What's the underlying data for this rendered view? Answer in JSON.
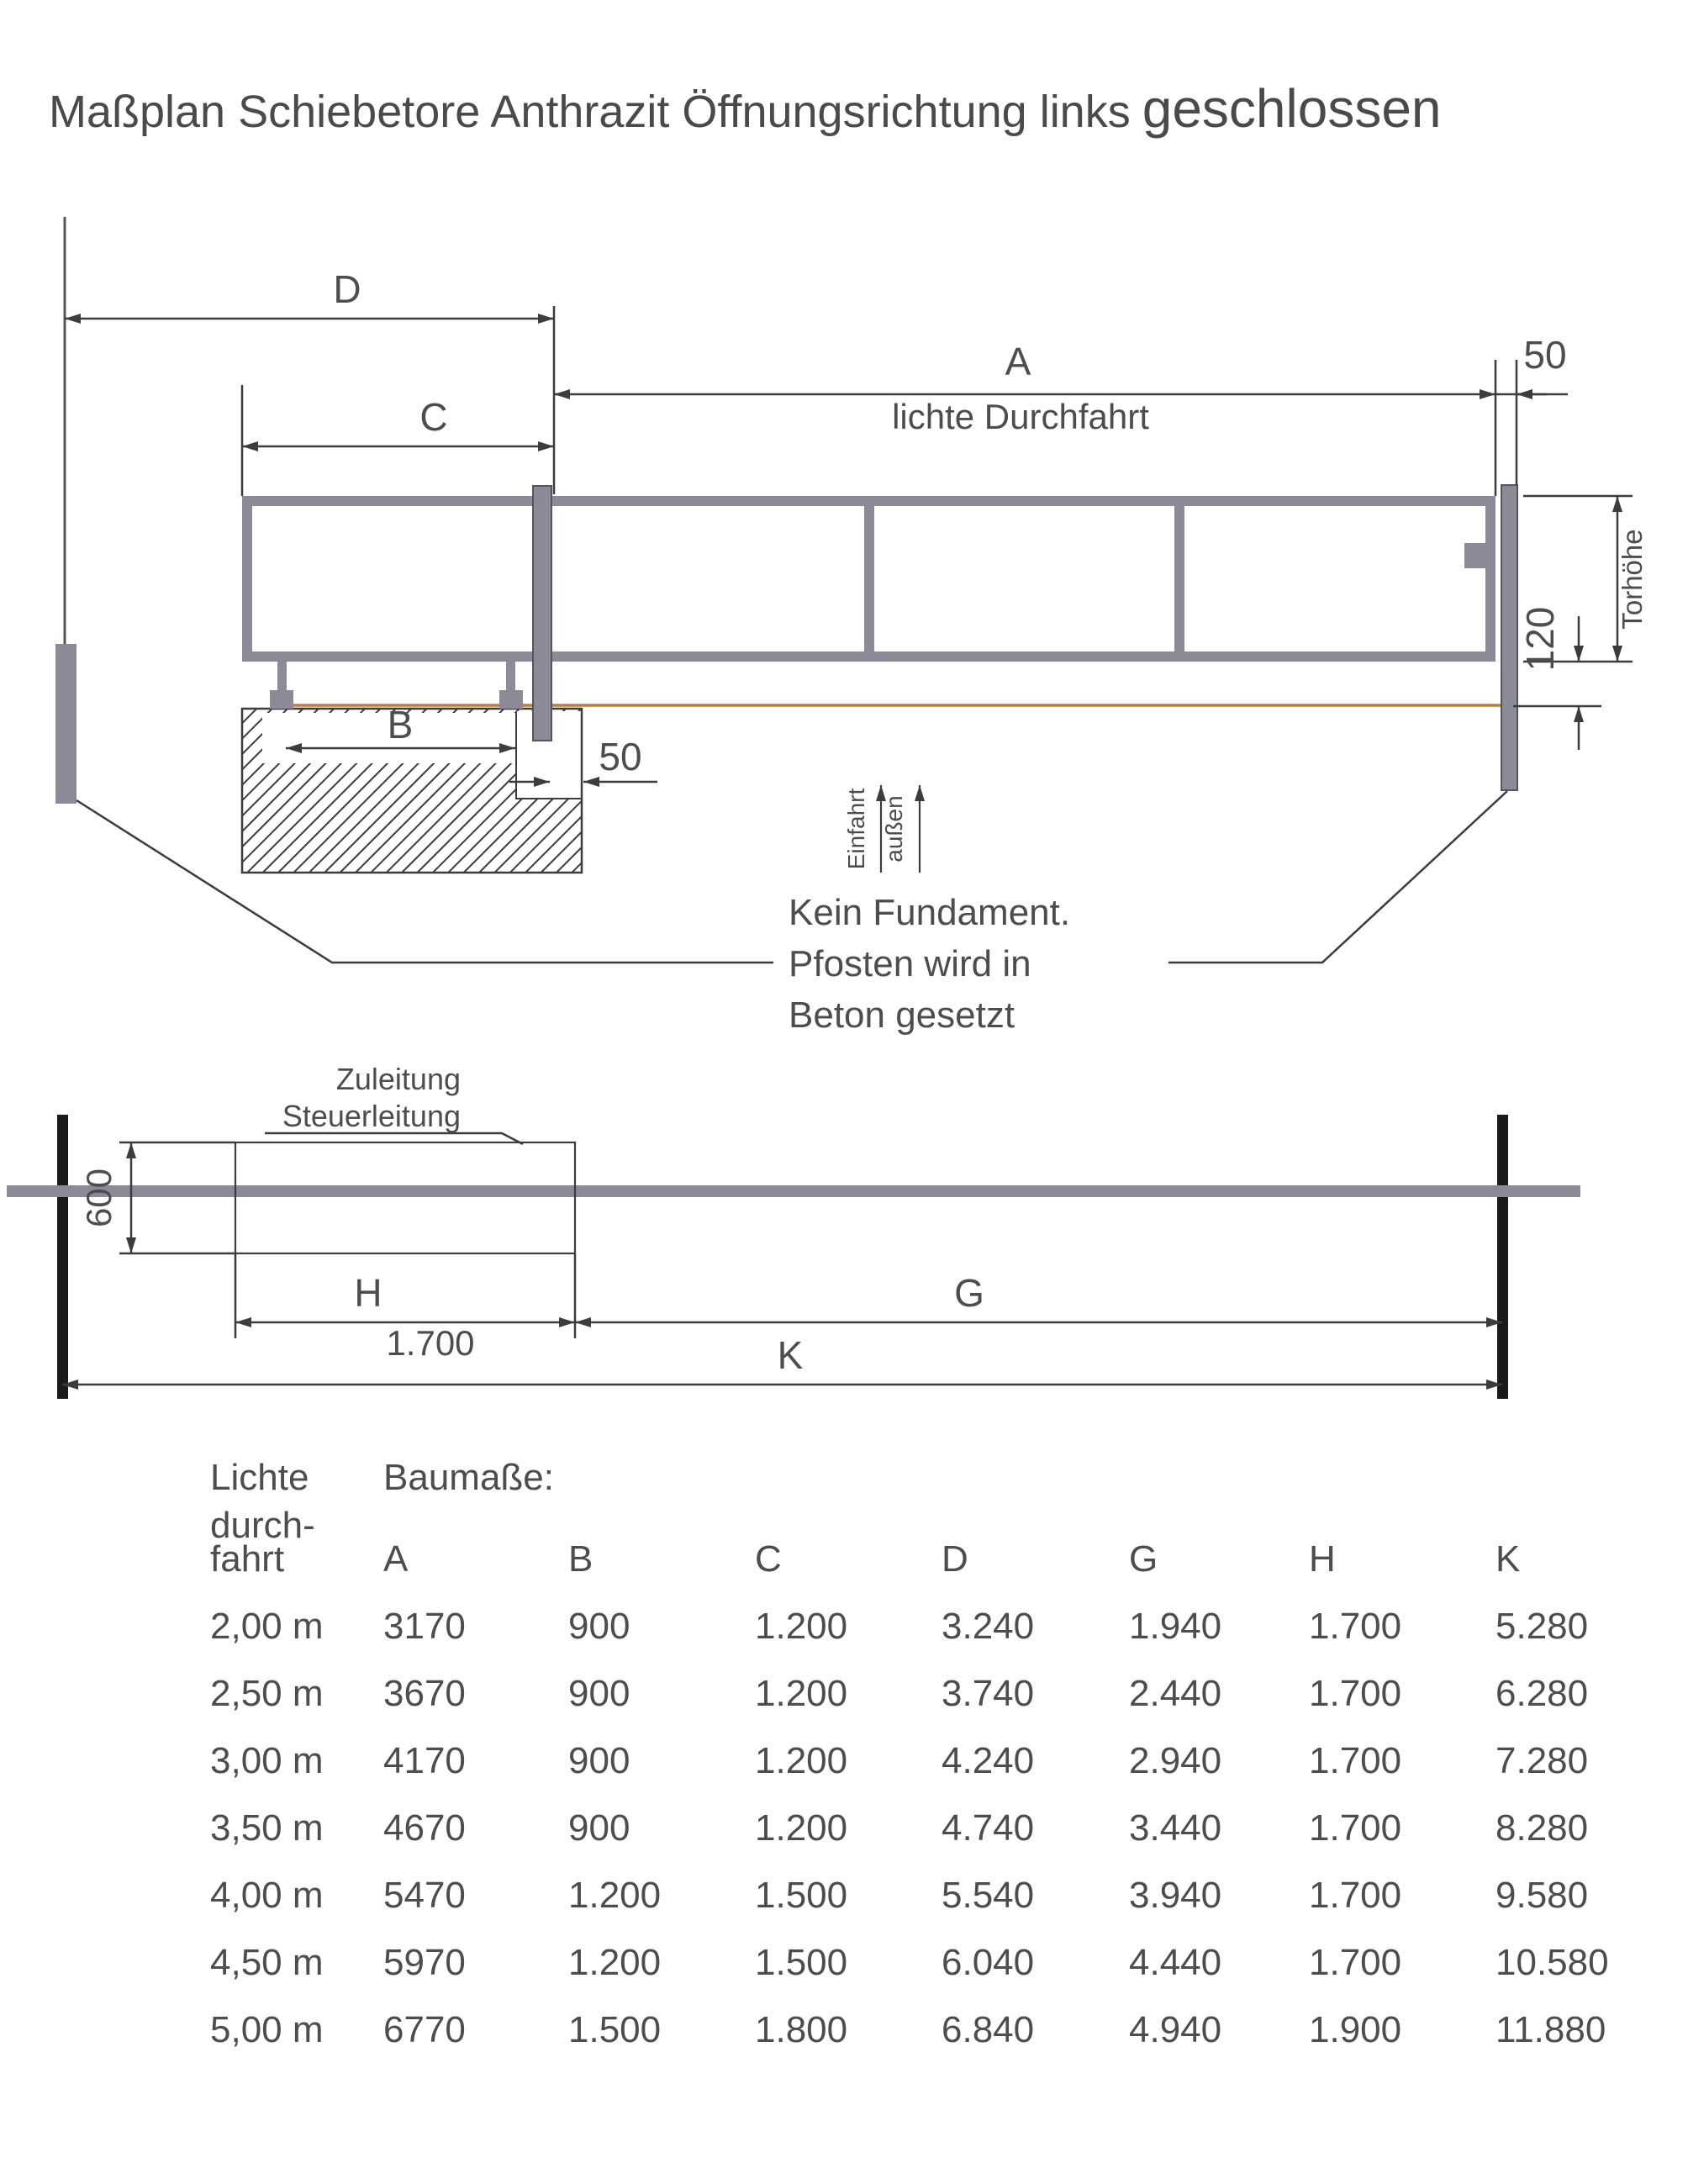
{
  "title": {
    "main": "Maßplan Schiebetore Anthrazit Öffnungsrichtung links",
    "suffix": "geschlossen"
  },
  "side_view": {
    "dim_d_label": "D",
    "dim_a_label": "A",
    "dim_a_sublabel": "lichte Durchfahrt",
    "dim_c_label": "C",
    "dim_b_label": "B",
    "dim_post_width_label": "50",
    "dim_gap_label": "50",
    "dim_bottom_clearance_label": "120",
    "gate_height_label": "Torhöhe",
    "entry_word_1": "Einfahrt",
    "entry_word_2": "außen",
    "note": {
      "line1": "Kein Fundament.",
      "line2": "Pfosten wird in",
      "line3": "Beton gesetzt"
    }
  },
  "plan_view": {
    "dim_track_width_label": "600",
    "cable_line1": "Zuleitung",
    "cable_line2": "Steuerleitung",
    "dim_h_label": "H",
    "dim_h_value": "1.700",
    "dim_g_label": "G",
    "dim_k_label": "K"
  },
  "table": {
    "row_header_lines": [
      "Lichte",
      "durch-",
      "fahrt"
    ],
    "title": "Baumaße:",
    "columns": [
      "A",
      "B",
      "C",
      "D",
      "G",
      "H",
      "K"
    ],
    "rows": [
      {
        "clear_width": "2,00 m",
        "values": [
          "3170",
          "900",
          "1.200",
          "3.240",
          "1.940",
          "1.700",
          "5.280"
        ]
      },
      {
        "clear_width": "2,50 m",
        "values": [
          "3670",
          "900",
          "1.200",
          "3.740",
          "2.440",
          "1.700",
          "6.280"
        ]
      },
      {
        "clear_width": "3,00 m",
        "values": [
          "4170",
          "900",
          "1.200",
          "4.240",
          "2.940",
          "1.700",
          "7.280"
        ]
      },
      {
        "clear_width": "3,50 m",
        "values": [
          "4670",
          "900",
          "1.200",
          "4.740",
          "3.440",
          "1.700",
          "8.280"
        ]
      },
      {
        "clear_width": "4,00 m",
        "values": [
          "5470",
          "1.200",
          "1.500",
          "5.540",
          "3.940",
          "1.700",
          "9.580"
        ]
      },
      {
        "clear_width": "4,50 m",
        "values": [
          "5970",
          "1.200",
          "1.500",
          "6.040",
          "4.440",
          "1.700",
          "10.580"
        ]
      },
      {
        "clear_width": "5,00 m",
        "values": [
          "6770",
          "1.500",
          "1.800",
          "6.840",
          "4.940",
          "1.900",
          "11.880"
        ]
      }
    ]
  },
  "colors": {
    "gate": "#8b8b98",
    "ground_line": "#b5803c",
    "dimension": "#3c3c3c",
    "text": "#4d4d4d",
    "post_plan": "#1a1a1a"
  }
}
